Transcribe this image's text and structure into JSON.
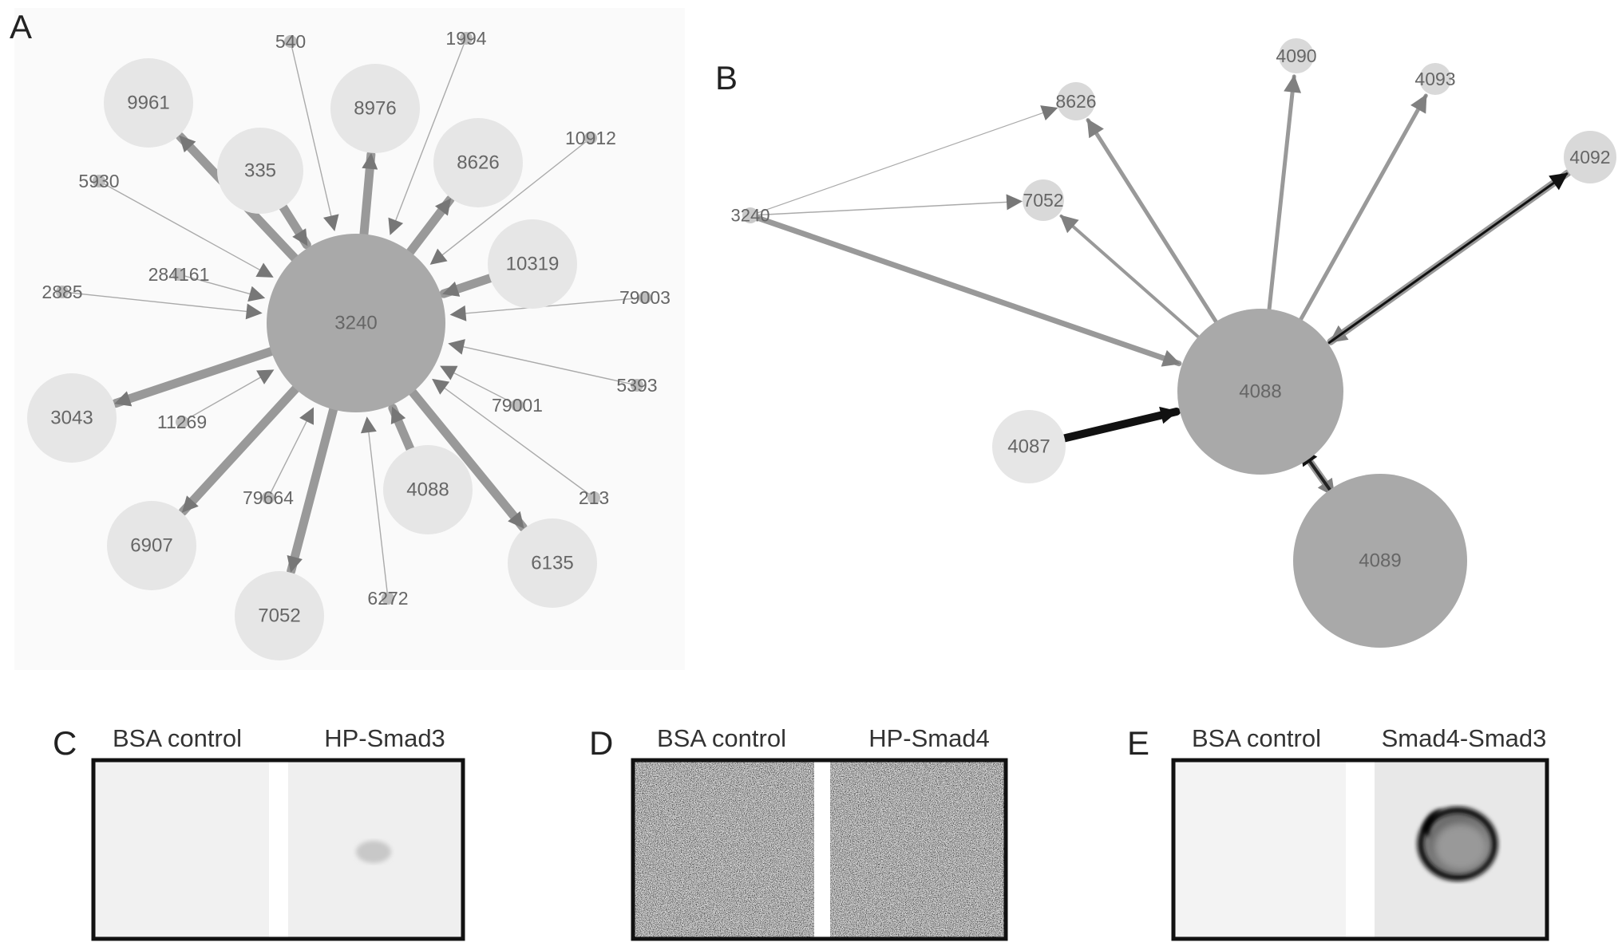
{
  "panels": {
    "a": {
      "letter": "A"
    },
    "b": {
      "letter": "B"
    },
    "c": {
      "letter": "C",
      "left_label": "BSA control",
      "right_label": "HP-Smad3"
    },
    "d": {
      "letter": "D",
      "left_label": "BSA control",
      "right_label": "HP-Smad4"
    },
    "e": {
      "letter": "E",
      "left_label": "BSA control",
      "right_label": "Smad4-Smad3"
    }
  },
  "network_a": {
    "center": "3240",
    "large_nodes": [
      "9961",
      "335",
      "8976",
      "8626",
      "10319",
      "3043",
      "6907",
      "7052",
      "4088",
      "6135"
    ],
    "small_nodes": [
      "540",
      "1994",
      "10912",
      "5930",
      "284161",
      "2885",
      "79003",
      "5393",
      "79001",
      "11269",
      "79664",
      "213",
      "6272"
    ]
  },
  "network_b": {
    "nodes": [
      "3240",
      "8626",
      "7052",
      "4090",
      "4093",
      "4092",
      "4088",
      "4087",
      "4089"
    ]
  },
  "colors": {
    "light_node": "#e6e6e6",
    "dark_node": "#a9a9a9",
    "edge_gray": "#999999",
    "arrow_gray": "#777777",
    "edge_black": "#111111"
  }
}
